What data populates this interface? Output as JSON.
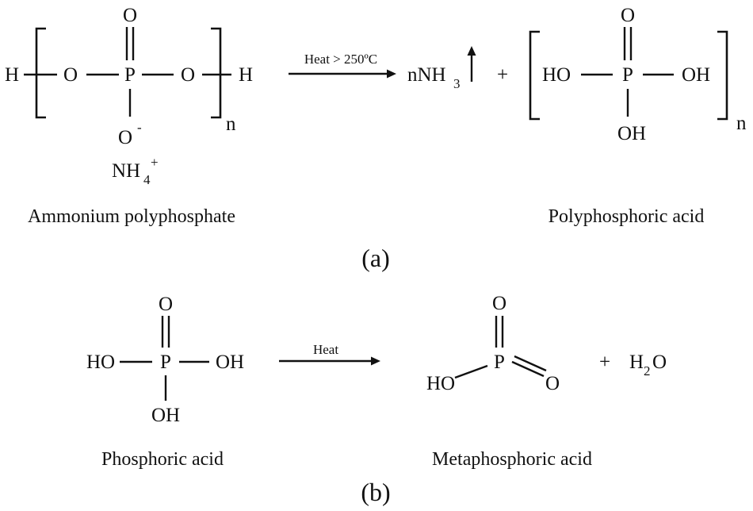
{
  "panel_a": {
    "reactant": {
      "end_left": "H",
      "end_right": "H",
      "o_left": "O",
      "p": "P",
      "o_right": "O",
      "o_double": "O",
      "o_minus": "O",
      "minus": "-",
      "counter_ion": "NH",
      "counter_sub": "4",
      "counter_sup": "+",
      "repeat": "n",
      "name": "Ammonium polyphosphate"
    },
    "condition": "Heat > 250ºC",
    "byproduct": {
      "coef": "nNH",
      "sub": "3"
    },
    "plus": "+",
    "product": {
      "ho": "HO",
      "p": "P",
      "oh_right": "OH",
      "o_double": "O",
      "oh_bottom": "OH",
      "repeat": "n",
      "name": "Polyphosphoric acid"
    },
    "caption": "(a)"
  },
  "panel_b": {
    "reactant": {
      "ho": "HO",
      "p": "P",
      "oh_right": "OH",
      "o_double": "O",
      "oh_bottom": "OH",
      "name": "Phosphoric acid"
    },
    "condition": "Heat",
    "product": {
      "ho": "HO",
      "p": "P",
      "o_top": "O",
      "o_right": "O",
      "name": "Metaphosphoric acid"
    },
    "plus": "+",
    "water": {
      "h": "H",
      "sub": "2",
      "o": "O"
    },
    "caption": "(b)"
  }
}
